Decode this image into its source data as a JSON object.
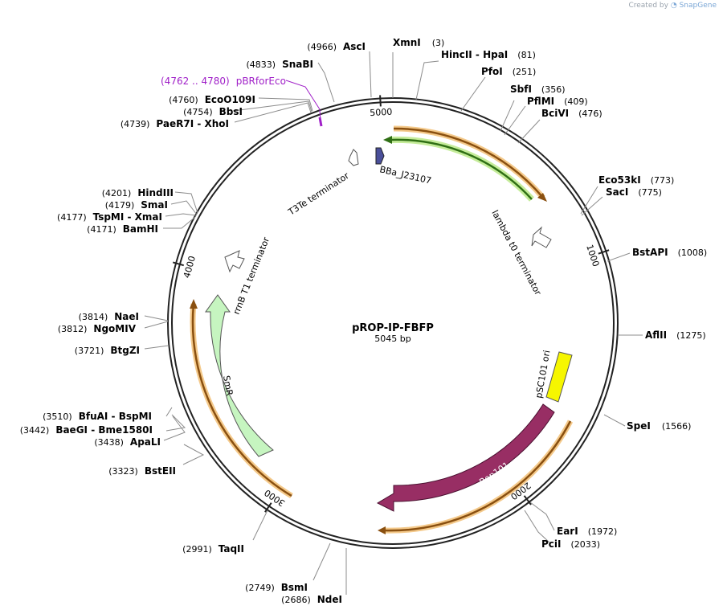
{
  "credit": {
    "prefix": "Created by",
    "brand": "SnapGene"
  },
  "plasmid": {
    "name": "pROP-IP-FBFP",
    "length_label": "5045 bp",
    "length": 5045
  },
  "ticks": [
    {
      "pos": 1000,
      "label": "1000"
    },
    {
      "pos": 2000,
      "label": "2000"
    },
    {
      "pos": 3000,
      "label": "3000"
    },
    {
      "pos": 4000,
      "label": "4000"
    },
    {
      "pos": 5000,
      "label": "5000"
    }
  ],
  "sites": [
    {
      "name": "XmnI",
      "pos": "(3)"
    },
    {
      "name": "HincII  -  HpaI",
      "pos": "(81)"
    },
    {
      "name": "PfoI",
      "pos": "(251)"
    },
    {
      "name": "SbfI",
      "pos": "(356)"
    },
    {
      "name": "PflMI",
      "pos": "(409)"
    },
    {
      "name": "BciVI",
      "pos": "(476)"
    },
    {
      "name": "Eco53kI",
      "pos": "(773)"
    },
    {
      "name": "SacI",
      "pos": "(775)"
    },
    {
      "name": "BstAPI",
      "pos": "(1008)"
    },
    {
      "name": "AflII",
      "pos": "(1275)"
    },
    {
      "name": "SpeI",
      "pos": "(1566)"
    },
    {
      "name": "EarI",
      "pos": "(1972)"
    },
    {
      "name": "PciI",
      "pos": "(2033)"
    },
    {
      "name": "TaqII",
      "pos": "(2991)"
    },
    {
      "name": "BsmI",
      "pos": "(2749)"
    },
    {
      "name": "NdeI",
      "pos": "(2686)"
    },
    {
      "name": "BstEII",
      "pos": "(3323)"
    },
    {
      "name": "BaeGI  -  Bme1580I",
      "pos": "(3442)"
    },
    {
      "name": "ApaLI",
      "pos": "(3438)"
    },
    {
      "name": "BfuAI  -  BspMI",
      "pos": "(3510)"
    },
    {
      "name": "BtgZI",
      "pos": "(3721)"
    },
    {
      "name": "NgoMIV",
      "pos": "(3812)"
    },
    {
      "name": "NaeI",
      "pos": "(3814)"
    },
    {
      "name": "BamHI",
      "pos": "(4171)"
    },
    {
      "name": "TspMI  -  XmaI",
      "pos": "(4177)"
    },
    {
      "name": "SmaI",
      "pos": "(4179)"
    },
    {
      "name": "HindIII",
      "pos": "(4201)"
    },
    {
      "name": "PaeR7I  -  XhoI",
      "pos": "(4739)"
    },
    {
      "name": "BbsI",
      "pos": "(4754)"
    },
    {
      "name": "EcoO109I",
      "pos": "(4760)"
    },
    {
      "name": "SnaBI",
      "pos": "(4833)"
    },
    {
      "name": "AscI",
      "pos": "(4966)"
    }
  ],
  "primer": {
    "name": "pBRforEco",
    "pos": "(4762 .. 4780)",
    "color": "#a020c8"
  },
  "features": {
    "bba": "BBa_J23107",
    "t3te": "T3Te terminator",
    "lambda": "lambda t0 terminator",
    "rrnb": "rrnB T1 terminator",
    "smr": "SmR",
    "psc101": "pSC101 ori",
    "rep101": "Rep101"
  },
  "colors": {
    "orange": "#e8a33a",
    "green": "#6fbf3f",
    "smr_fill": "#c6f5c0",
    "rep_fill": "#982e64",
    "ori_fill": "#f6f600",
    "promoter_fill": "#4a4f9a"
  }
}
